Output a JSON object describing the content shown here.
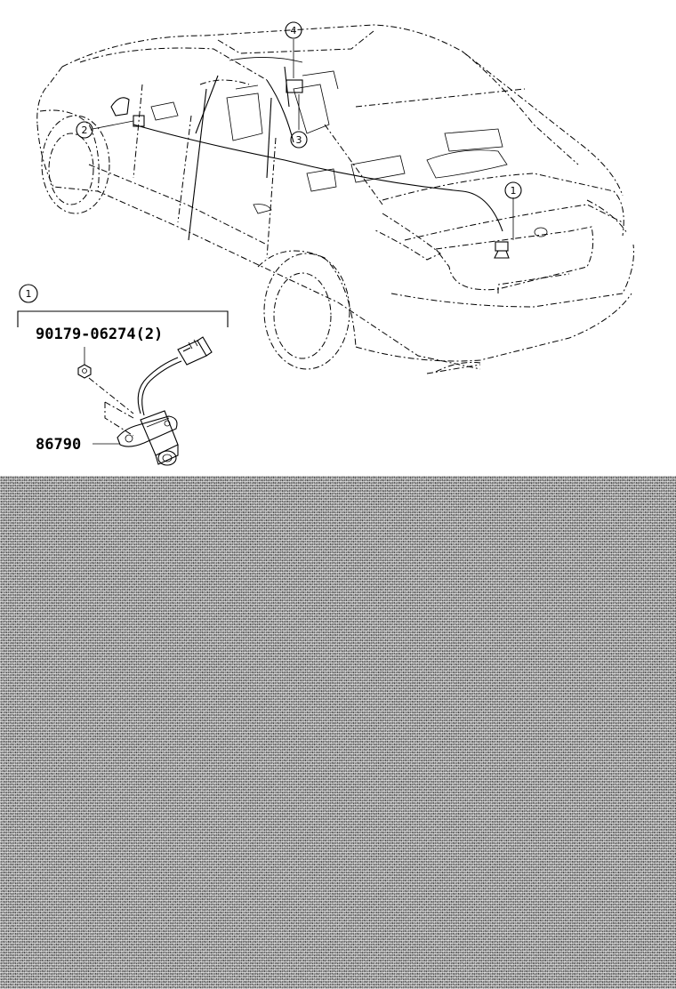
{
  "callouts": {
    "c1": "1",
    "c2": "2",
    "c3": "3",
    "c4": "4",
    "detail": "1"
  },
  "parts": {
    "bolt": "90179-06274(2)",
    "camera": "86790"
  },
  "colors": {
    "line": "#000000",
    "background": "#ffffff",
    "noise": "#6a6a6a"
  }
}
